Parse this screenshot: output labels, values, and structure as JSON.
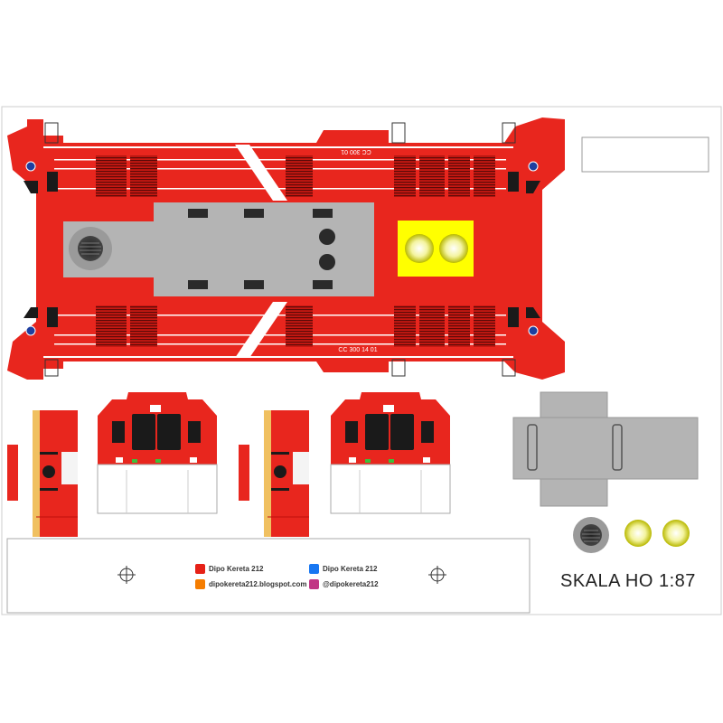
{
  "sheet": {
    "body_number_top": "CC 300 01",
    "body_number_bottom": "CC 300 14 01",
    "scale_label": "SKALA HO 1:87"
  },
  "social": {
    "youtube": "Dipo Kereta 212",
    "facebook": "Dipo Kereta 212",
    "blog": "dipokereta212.blogspot.com",
    "instagram": "@dipokereta212"
  },
  "colors": {
    "body_red": "#e8261e",
    "dark_red": "#c0100c",
    "roof_gray": "#b4b4b4",
    "light_yellow": "#ffff00",
    "window_black": "#1a1a1a",
    "youtube_red": "#e62117",
    "facebook_blue": "#1877f2",
    "blogger_orange": "#f57d00",
    "instagram_pink": "#c13584"
  },
  "icons": [
    "youtube-icon",
    "facebook-icon",
    "blogger-icon",
    "instagram-icon",
    "crosshair-icon",
    "logo-emblem-icon"
  ]
}
